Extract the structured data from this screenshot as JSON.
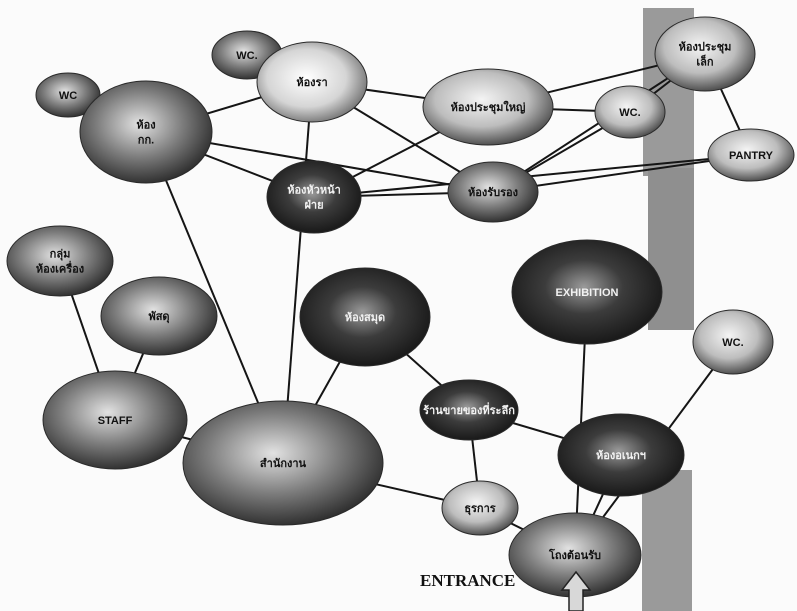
{
  "diagram": {
    "entrance_label": "ENTRANCE",
    "colors": {
      "line": "#151515",
      "wall": "#9a9a9a",
      "arrow": "#d8d8d8"
    },
    "nodes": [
      {
        "id": "wc_top",
        "lines": [
          "WC."
        ]
      },
      {
        "id": "wc_left",
        "lines": [
          "WC"
        ]
      },
      {
        "id": "room_kk",
        "lines": [
          "ห้อง",
          "กก."
        ]
      },
      {
        "id": "room_blur",
        "lines": [
          "ห้องรา"
        ]
      },
      {
        "id": "meeting_big",
        "lines": [
          "ห้องประชุมใหญ่"
        ]
      },
      {
        "id": "wc_mid",
        "lines": [
          "WC."
        ]
      },
      {
        "id": "meeting_small",
        "lines": [
          "ห้องประชุม",
          "เล็ก"
        ]
      },
      {
        "id": "pantry",
        "lines": [
          "PANTRY"
        ]
      },
      {
        "id": "head_office",
        "lines": [
          "ห้องหัวหน้า",
          "ฝ่าย"
        ]
      },
      {
        "id": "reception",
        "lines": [
          "ห้องรับรอง"
        ]
      },
      {
        "id": "staff_group",
        "lines": [
          "กลุ่ม",
          "ห้องเครื่อง"
        ]
      },
      {
        "id": "storage",
        "lines": [
          "พัสดุ"
        ]
      },
      {
        "id": "library",
        "lines": [
          "ห้องสมุด"
        ]
      },
      {
        "id": "exhibition",
        "lines": [
          "EXHIBITION"
        ]
      },
      {
        "id": "wc_right",
        "lines": [
          "WC."
        ]
      },
      {
        "id": "staff",
        "lines": [
          "STAFF"
        ]
      },
      {
        "id": "office",
        "lines": [
          "สำนักงาน"
        ]
      },
      {
        "id": "museum_shop",
        "lines": [
          "ร้านขายของที่ระลึก"
        ]
      },
      {
        "id": "multipurpose",
        "lines": [
          "ห้องอเนกฯ"
        ]
      },
      {
        "id": "info",
        "lines": [
          "ธุรการ"
        ]
      },
      {
        "id": "lobby",
        "lines": [
          "โถงต้อนรับ"
        ]
      }
    ],
    "edges": [
      [
        "wc_left",
        "room_kk"
      ],
      [
        "room_kk",
        "room_blur"
      ],
      [
        "room_kk",
        "reception"
      ],
      [
        "room_kk",
        "head_office"
      ],
      [
        "room_kk",
        "office"
      ],
      [
        "wc_top",
        "room_blur"
      ],
      [
        "room_blur",
        "meeting_big"
      ],
      [
        "room_blur",
        "reception"
      ],
      [
        "room_blur",
        "office"
      ],
      [
        "meeting_big",
        "wc_mid"
      ],
      [
        "meeting_big",
        "head_office"
      ],
      [
        "wc_mid",
        "meeting_small"
      ],
      [
        "wc_mid",
        "reception"
      ],
      [
        "meeting_small",
        "pantry"
      ],
      [
        "meeting_small",
        "reception"
      ],
      [
        "meeting_small",
        "meeting_big"
      ],
      [
        "pantry",
        "reception"
      ],
      [
        "pantry",
        "head_office"
      ],
      [
        "head_office",
        "reception"
      ],
      [
        "staff_group",
        "staff"
      ],
      [
        "storage",
        "staff"
      ],
      [
        "staff",
        "office"
      ],
      [
        "office",
        "library"
      ],
      [
        "office",
        "info"
      ],
      [
        "library",
        "museum_shop"
      ],
      [
        "museum_shop",
        "multipurpose"
      ],
      [
        "museum_shop",
        "info"
      ],
      [
        "info",
        "lobby"
      ],
      [
        "exhibition",
        "lobby"
      ],
      [
        "multipurpose",
        "lobby"
      ],
      [
        "wc_right",
        "lobby"
      ]
    ]
  }
}
